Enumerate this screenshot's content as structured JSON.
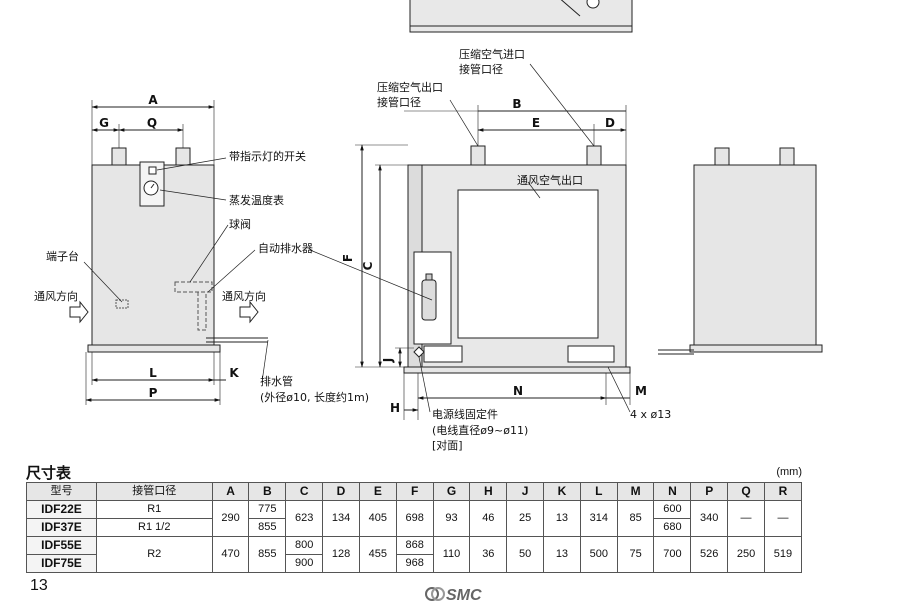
{
  "labels": {
    "switch": "带指示灯的开关",
    "thermometer": "蒸发温度表",
    "ball_valve": "球阀",
    "auto_drain": "自动排水器",
    "terminal": "端子台",
    "airflow_left": "通风方向",
    "airflow_right": "通风方向",
    "drain_pipe": "排水管",
    "drain_pipe_spec": "(外径ø10, 长度约1m)",
    "air_in_1": "压缩空气进口",
    "air_in_2": "接管口径",
    "air_out_1": "压缩空气出口",
    "air_out_2": "接管口径",
    "vent_outlet": "通风空气出口",
    "cable_fix": "电源线固定件",
    "cable_dia": "(电线直径ø9~ø11)",
    "opposite": "[对面]",
    "holes": "4 x ø13"
  },
  "dims": {
    "A": "A",
    "G": "G",
    "Q": "Q",
    "L": "L",
    "P": "P",
    "K": "K",
    "B": "B",
    "E": "E",
    "D": "D",
    "F": "F",
    "C": "C",
    "J": "J",
    "N": "N",
    "M": "M",
    "H": "H"
  },
  "table": {
    "title": "尺寸表",
    "unit": "(mm)",
    "headers": [
      "型号",
      "接管口径",
      "A",
      "B",
      "C",
      "D",
      "E",
      "F",
      "G",
      "H",
      "J",
      "K",
      "L",
      "M",
      "N",
      "P",
      "Q",
      "R"
    ],
    "rows": [
      {
        "models": [
          "IDF22E",
          "IDF37E"
        ],
        "port": [
          "R1",
          "R1 1/2"
        ],
        "A": "290",
        "B": [
          "775",
          "855"
        ],
        "C": "623",
        "D": "134",
        "E": "405",
        "F": "698",
        "G": "93",
        "H": "46",
        "J": "25",
        "K": "13",
        "L": "314",
        "M": "85",
        "N": [
          "600",
          "680"
        ],
        "P": "340",
        "Q": "—",
        "R": "—"
      },
      {
        "models": [
          "IDF55E",
          "IDF75E"
        ],
        "port": "R2",
        "A": "470",
        "B": "855",
        "C": [
          "800",
          "900"
        ],
        "D": "128",
        "E": "455",
        "F": [
          "868",
          "968"
        ],
        "G": "110",
        "H": "36",
        "J": "50",
        "K": "13",
        "L": "500",
        "M": "75",
        "N": "700",
        "P": "526",
        "Q": "250",
        "R": "519"
      }
    ]
  },
  "page_number": "13",
  "brand": "SMC"
}
